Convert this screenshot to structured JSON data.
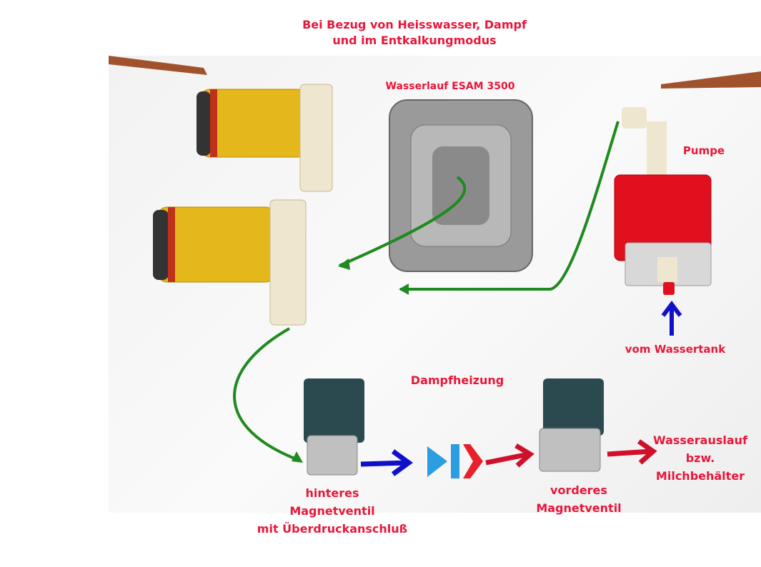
{
  "title_line1": "Bei Bezug von Heisswasser, Dampf",
  "title_line2": "und im Entkalkungmodus",
  "labels": {
    "heater_block": "Wasserlauf ESAM 3500",
    "pump": "Pumpe",
    "tank": "vom Wassertank",
    "steam_heating": "Dampfheizung",
    "rear_valve": [
      "hinteres",
      "Magnetventil",
      "mit Überdruckanschluß"
    ],
    "front_valve": [
      "vorderes",
      "Magnetventil"
    ],
    "outlet": [
      "Wasserauslauf",
      "bzw.",
      "Milchbehälter"
    ]
  },
  "colors": {
    "label": "#e8173a",
    "flow_green": "#1f8a1f",
    "flow_blue": "#1010c8",
    "flow_red": "#d0102a"
  }
}
